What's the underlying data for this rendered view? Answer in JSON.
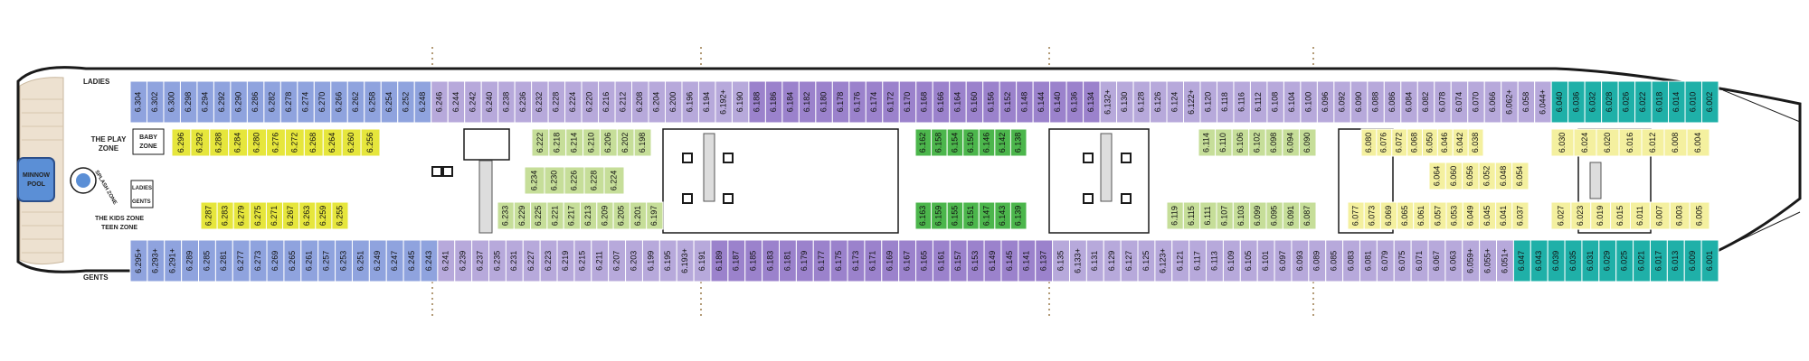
{
  "labels": {
    "ladies": "LADIES",
    "gents_top": "GENTS",
    "gents_bottom": "GENTS",
    "play_zone": [
      "THE PLAY",
      "ZONE"
    ],
    "baby_zone": [
      "BABY",
      "ZONE"
    ],
    "kids_zone": [
      "THE KIDS ZONE",
      "TEEN ZONE"
    ],
    "pool": [
      "MINNOW",
      "POOL"
    ],
    "splash_zone": "SPLASH ZONE",
    "mid_ladies": "LADIES"
  },
  "colors": {
    "blue": "#8fa3de",
    "lilac": "#b7a9db",
    "purple": "#9b82cc",
    "yellow": "#e6e63c",
    "lightgreen": "#c6de99",
    "green": "#4cb64c",
    "mint": "#9ad2c4",
    "paleyellow": "#f4f09f",
    "teal": "#1fb0a8",
    "deck": "#ede1d0",
    "pool": "#5b8fd6",
    "hull": "#1a1a1a"
  },
  "cabins": {
    "top": [
      {
        "n": "6.304",
        "c": "blue"
      },
      {
        "n": "6.302",
        "c": "blue"
      },
      {
        "n": "6.300",
        "c": "blue"
      },
      {
        "n": "6.298",
        "c": "blue"
      },
      {
        "n": "6.294",
        "c": "blue"
      },
      {
        "n": "6.292",
        "c": "blue"
      },
      {
        "n": "6.290",
        "c": "blue"
      },
      {
        "n": "6.286",
        "c": "blue"
      },
      {
        "n": "6.282",
        "c": "blue"
      },
      {
        "n": "6.278",
        "c": "blue"
      },
      {
        "n": "6.274",
        "c": "blue"
      },
      {
        "n": "6.270",
        "c": "blue"
      },
      {
        "n": "6.266",
        "c": "blue"
      },
      {
        "n": "6.262",
        "c": "blue"
      },
      {
        "n": "6.258",
        "c": "blue"
      },
      {
        "n": "6.254",
        "c": "blue"
      },
      {
        "n": "6.252",
        "c": "blue"
      },
      {
        "n": "6.248",
        "c": "blue"
      },
      {
        "n": "6.246",
        "c": "lilac"
      },
      {
        "n": "6.244",
        "c": "lilac"
      },
      {
        "n": "6.242",
        "c": "lilac"
      },
      {
        "n": "6.240",
        "c": "lilac"
      },
      {
        "n": "6.238",
        "c": "lilac"
      },
      {
        "n": "6.236",
        "c": "lilac"
      },
      {
        "n": "6.232",
        "c": "lilac"
      },
      {
        "n": "6.228",
        "c": "lilac"
      },
      {
        "n": "6.224",
        "c": "lilac"
      },
      {
        "n": "6.220",
        "c": "lilac"
      },
      {
        "n": "6.216",
        "c": "lilac"
      },
      {
        "n": "6.212",
        "c": "lilac"
      },
      {
        "n": "6.208",
        "c": "lilac"
      },
      {
        "n": "6.204",
        "c": "lilac"
      },
      {
        "n": "6.200",
        "c": "lilac"
      },
      {
        "n": "6.196",
        "c": "lilac"
      },
      {
        "n": "6.194",
        "c": "lilac"
      },
      {
        "n": "6.192+",
        "c": "lilac"
      },
      {
        "n": "6.190",
        "c": "lilac"
      },
      {
        "n": "6.188",
        "c": "purple"
      },
      {
        "n": "6.186",
        "c": "purple"
      },
      {
        "n": "6.184",
        "c": "purple"
      },
      {
        "n": "6.182",
        "c": "purple"
      },
      {
        "n": "6.180",
        "c": "purple"
      },
      {
        "n": "6.178",
        "c": "purple"
      },
      {
        "n": "6.176",
        "c": "purple"
      },
      {
        "n": "6.174",
        "c": "purple"
      },
      {
        "n": "6.172",
        "c": "purple"
      },
      {
        "n": "6.170",
        "c": "purple"
      },
      {
        "n": "6.168",
        "c": "purple"
      },
      {
        "n": "6.166",
        "c": "purple"
      },
      {
        "n": "6.164",
        "c": "purple"
      },
      {
        "n": "6.160",
        "c": "purple"
      },
      {
        "n": "6.156",
        "c": "purple"
      },
      {
        "n": "6.152",
        "c": "purple"
      },
      {
        "n": "6.148",
        "c": "purple"
      },
      {
        "n": "6.144",
        "c": "purple"
      },
      {
        "n": "6.140",
        "c": "purple"
      },
      {
        "n": "6.136",
        "c": "purple"
      },
      {
        "n": "6.134",
        "c": "purple"
      },
      {
        "n": "6.132+",
        "c": "lilac"
      },
      {
        "n": "6.130",
        "c": "lilac"
      },
      {
        "n": "6.128",
        "c": "lilac"
      },
      {
        "n": "6.126",
        "c": "lilac"
      },
      {
        "n": "6.124",
        "c": "lilac"
      },
      {
        "n": "6.122+",
        "c": "lilac"
      },
      {
        "n": "6.120",
        "c": "lilac"
      },
      {
        "n": "6.118",
        "c": "lilac"
      },
      {
        "n": "6.116",
        "c": "lilac"
      },
      {
        "n": "6.112",
        "c": "lilac"
      },
      {
        "n": "6.108",
        "c": "lilac"
      },
      {
        "n": "6.104",
        "c": "lilac"
      },
      {
        "n": "6.100",
        "c": "lilac"
      },
      {
        "n": "6.096",
        "c": "lilac"
      },
      {
        "n": "6.092",
        "c": "lilac"
      },
      {
        "n": "6.090",
        "c": "lilac"
      },
      {
        "n": "6.088",
        "c": "lilac"
      },
      {
        "n": "6.086",
        "c": "lilac"
      },
      {
        "n": "6.084",
        "c": "lilac"
      },
      {
        "n": "6.082",
        "c": "lilac"
      },
      {
        "n": "6.078",
        "c": "lilac"
      },
      {
        "n": "6.074",
        "c": "lilac"
      },
      {
        "n": "6.070",
        "c": "lilac"
      },
      {
        "n": "6.066",
        "c": "lilac"
      },
      {
        "n": "6.062+",
        "c": "lilac"
      },
      {
        "n": "6.058",
        "c": "lilac"
      },
      {
        "n": "6.044+",
        "c": "lilac"
      },
      {
        "n": "6.040",
        "c": "teal"
      },
      {
        "n": "6.036",
        "c": "teal"
      },
      {
        "n": "6.032",
        "c": "teal"
      },
      {
        "n": "6.028",
        "c": "teal"
      },
      {
        "n": "6.026",
        "c": "teal"
      },
      {
        "n": "6.022",
        "c": "teal"
      },
      {
        "n": "6.018",
        "c": "teal"
      },
      {
        "n": "6.014",
        "c": "teal"
      },
      {
        "n": "6.010",
        "c": "teal"
      },
      {
        "n": "6.002",
        "c": "teal"
      }
    ],
    "bottom": [
      {
        "n": "6.295+",
        "c": "blue"
      },
      {
        "n": "6.293+",
        "c": "blue"
      },
      {
        "n": "6.291+",
        "c": "blue"
      },
      {
        "n": "6.289",
        "c": "blue"
      },
      {
        "n": "6.285",
        "c": "blue"
      },
      {
        "n": "6.281",
        "c": "blue"
      },
      {
        "n": "6.277",
        "c": "blue"
      },
      {
        "n": "6.273",
        "c": "blue"
      },
      {
        "n": "6.269",
        "c": "blue"
      },
      {
        "n": "6.265",
        "c": "blue"
      },
      {
        "n": "6.261",
        "c": "blue"
      },
      {
        "n": "6.257",
        "c": "blue"
      },
      {
        "n": "6.253",
        "c": "blue"
      },
      {
        "n": "6.251",
        "c": "blue"
      },
      {
        "n": "6.249",
        "c": "blue"
      },
      {
        "n": "6.247",
        "c": "blue"
      },
      {
        "n": "6.245",
        "c": "blue"
      },
      {
        "n": "6.243",
        "c": "blue"
      },
      {
        "n": "6.241",
        "c": "lilac"
      },
      {
        "n": "6.239",
        "c": "lilac"
      },
      {
        "n": "6.237",
        "c": "lilac"
      },
      {
        "n": "6.235",
        "c": "lilac"
      },
      {
        "n": "6.231",
        "c": "lilac"
      },
      {
        "n": "6.227",
        "c": "lilac"
      },
      {
        "n": "6.223",
        "c": "lilac"
      },
      {
        "n": "6.219",
        "c": "lilac"
      },
      {
        "n": "6.215",
        "c": "lilac"
      },
      {
        "n": "6.211",
        "c": "lilac"
      },
      {
        "n": "6.207",
        "c": "lilac"
      },
      {
        "n": "6.203",
        "c": "lilac"
      },
      {
        "n": "6.199",
        "c": "lilac"
      },
      {
        "n": "6.195",
        "c": "lilac"
      },
      {
        "n": "6.193+",
        "c": "lilac"
      },
      {
        "n": "6.191",
        "c": "lilac"
      },
      {
        "n": "6.189",
        "c": "purple"
      },
      {
        "n": "6.187",
        "c": "purple"
      },
      {
        "n": "6.185",
        "c": "purple"
      },
      {
        "n": "6.183",
        "c": "purple"
      },
      {
        "n": "6.181",
        "c": "purple"
      },
      {
        "n": "6.179",
        "c": "purple"
      },
      {
        "n": "6.177",
        "c": "purple"
      },
      {
        "n": "6.175",
        "c": "purple"
      },
      {
        "n": "6.173",
        "c": "purple"
      },
      {
        "n": "6.171",
        "c": "purple"
      },
      {
        "n": "6.169",
        "c": "purple"
      },
      {
        "n": "6.167",
        "c": "purple"
      },
      {
        "n": "6.165",
        "c": "purple"
      },
      {
        "n": "6.161",
        "c": "purple"
      },
      {
        "n": "6.157",
        "c": "purple"
      },
      {
        "n": "6.153",
        "c": "purple"
      },
      {
        "n": "6.149",
        "c": "purple"
      },
      {
        "n": "6.145",
        "c": "purple"
      },
      {
        "n": "6.141",
        "c": "purple"
      },
      {
        "n": "6.137",
        "c": "purple"
      },
      {
        "n": "6.135",
        "c": "lilac"
      },
      {
        "n": "6.133+",
        "c": "lilac"
      },
      {
        "n": "6.131",
        "c": "lilac"
      },
      {
        "n": "6.129",
        "c": "lilac"
      },
      {
        "n": "6.127",
        "c": "lilac"
      },
      {
        "n": "6.125",
        "c": "lilac"
      },
      {
        "n": "6.123+",
        "c": "lilac"
      },
      {
        "n": "6.121",
        "c": "lilac"
      },
      {
        "n": "6.117",
        "c": "lilac"
      },
      {
        "n": "6.113",
        "c": "lilac"
      },
      {
        "n": "6.109",
        "c": "lilac"
      },
      {
        "n": "6.105",
        "c": "lilac"
      },
      {
        "n": "6.101",
        "c": "lilac"
      },
      {
        "n": "6.097",
        "c": "lilac"
      },
      {
        "n": "6.093",
        "c": "lilac"
      },
      {
        "n": "6.089",
        "c": "lilac"
      },
      {
        "n": "6.085",
        "c": "lilac"
      },
      {
        "n": "6.083",
        "c": "lilac"
      },
      {
        "n": "6.081",
        "c": "lilac"
      },
      {
        "n": "6.079",
        "c": "lilac"
      },
      {
        "n": "6.075",
        "c": "lilac"
      },
      {
        "n": "6.071",
        "c": "lilac"
      },
      {
        "n": "6.067",
        "c": "lilac"
      },
      {
        "n": "6.063",
        "c": "lilac"
      },
      {
        "n": "6.059+",
        "c": "lilac"
      },
      {
        "n": "6.055+",
        "c": "lilac"
      },
      {
        "n": "6.051+",
        "c": "lilac"
      },
      {
        "n": "6.047",
        "c": "teal"
      },
      {
        "n": "6.043",
        "c": "teal"
      },
      {
        "n": "6.039",
        "c": "teal"
      },
      {
        "n": "6.035",
        "c": "teal"
      },
      {
        "n": "6.031",
        "c": "teal"
      },
      {
        "n": "6.029",
        "c": "teal"
      },
      {
        "n": "6.025",
        "c": "teal"
      },
      {
        "n": "6.021",
        "c": "teal"
      },
      {
        "n": "6.017",
        "c": "teal"
      },
      {
        "n": "6.013",
        "c": "teal"
      },
      {
        "n": "6.009",
        "c": "teal"
      },
      {
        "n": "6.001",
        "c": "teal"
      }
    ],
    "inner": {
      "yellow_top": [
        "6.296",
        "6.292",
        "6.288",
        "6.284",
        "6.280",
        "6.276",
        "6.272",
        "6.268",
        "6.264",
        "6.260",
        "6.256"
      ],
      "yellow_bottom": [
        "6.287",
        "6.283",
        "6.279",
        "6.275",
        "6.271",
        "6.267",
        "6.263",
        "6.259",
        "6.255"
      ],
      "green_a_top": [
        "6.222",
        "6.218",
        "6.214",
        "6.210",
        "6.206",
        "6.202",
        "6.198"
      ],
      "green_a_mid": [
        "6.234",
        "6.230",
        "6.226",
        "6.228",
        "6.224"
      ],
      "green_a_bottom": [
        "6.233",
        "6.229",
        "6.225",
        "6.221",
        "6.217",
        "6.213",
        "6.209",
        "6.205",
        "6.201",
        "6.197"
      ],
      "green_b_top": [
        "6.162",
        "6.158",
        "6.154",
        "6.150",
        "6.146",
        "6.142",
        "6.138"
      ],
      "green_b_bottom": [
        "6.163",
        "6.159",
        "6.155",
        "6.151",
        "6.147",
        "6.143",
        "6.139"
      ],
      "green_c_top": [
        "6.114",
        "6.110",
        "6.106",
        "6.102",
        "6.098",
        "6.094",
        "6.090"
      ],
      "green_c_bottom": [
        "6.119",
        "6.115",
        "6.111",
        "6.107",
        "6.103",
        "6.099",
        "6.095",
        "6.091",
        "6.087"
      ],
      "py_top": [
        "6.080",
        "6.076",
        "6.072",
        "6.068",
        "6.050",
        "6.046",
        "6.042",
        "6.038"
      ],
      "py_mid": [
        "6.064",
        "6.060",
        "6.056",
        "6.052",
        "6.048",
        "6.054"
      ],
      "py_bottom": [
        "6.077",
        "6.073",
        "6.069",
        "6.065",
        "6.061",
        "6.057",
        "6.053",
        "6.049",
        "6.045",
        "6.041",
        "6.037"
      ],
      "py_bow_top": [
        "6.030",
        "6.024",
        "6.020",
        "6.016",
        "6.012",
        "6.008",
        "6.004"
      ],
      "py_bow_bottom": [
        "6.027",
        "6.023",
        "6.019",
        "6.015",
        "6.011",
        "6.007",
        "6.003",
        "6.005"
      ]
    }
  }
}
